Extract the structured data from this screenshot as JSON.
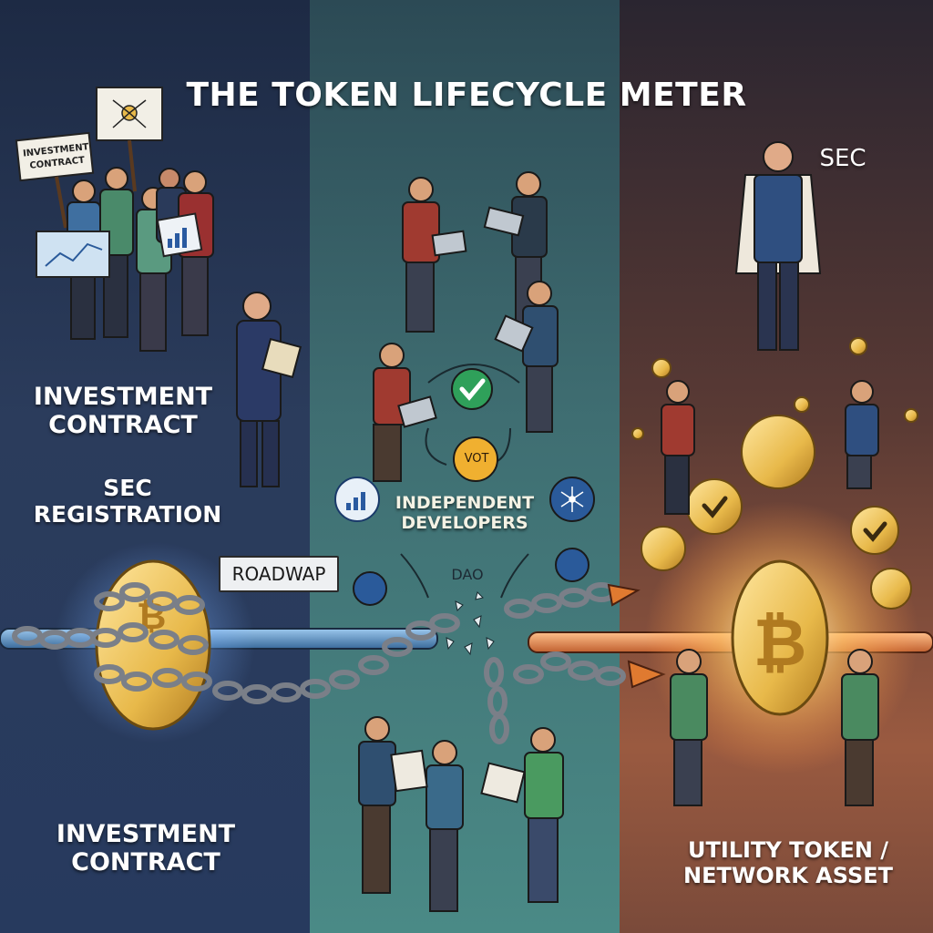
{
  "title": "THE TOKEN LIFECYCLE METER",
  "left_panel": {
    "sign_text": "INVESTMENT CONTRACT",
    "label_1": "INVESTMENT CONTRACT",
    "label_2": "SEC REGISTRATION",
    "roadmap_tag": "ROADWAP",
    "bottom_label": "INVESTMENT CONTRACT"
  },
  "middle_panel": {
    "vote_badge": "VOT",
    "label": "INDEPENDENT DEVELOPERS",
    "dao": "DAO"
  },
  "right_panel": {
    "regulator": "SEC",
    "bottom_label": "UTILITY TOKEN / NETWORK ASSET"
  },
  "colors": {
    "left_bg": "#273a5e",
    "middle_bg": "#3f6e72",
    "right_bg": "#9a5a40",
    "coin_gold": "#e8b94a",
    "check_green": "#3fa05a",
    "arrow_orange": "#e07a30"
  },
  "icons": [
    "bitcoin-icon",
    "chain-icon",
    "check-icon",
    "network-icon",
    "chart-icon",
    "arrow-icon"
  ]
}
